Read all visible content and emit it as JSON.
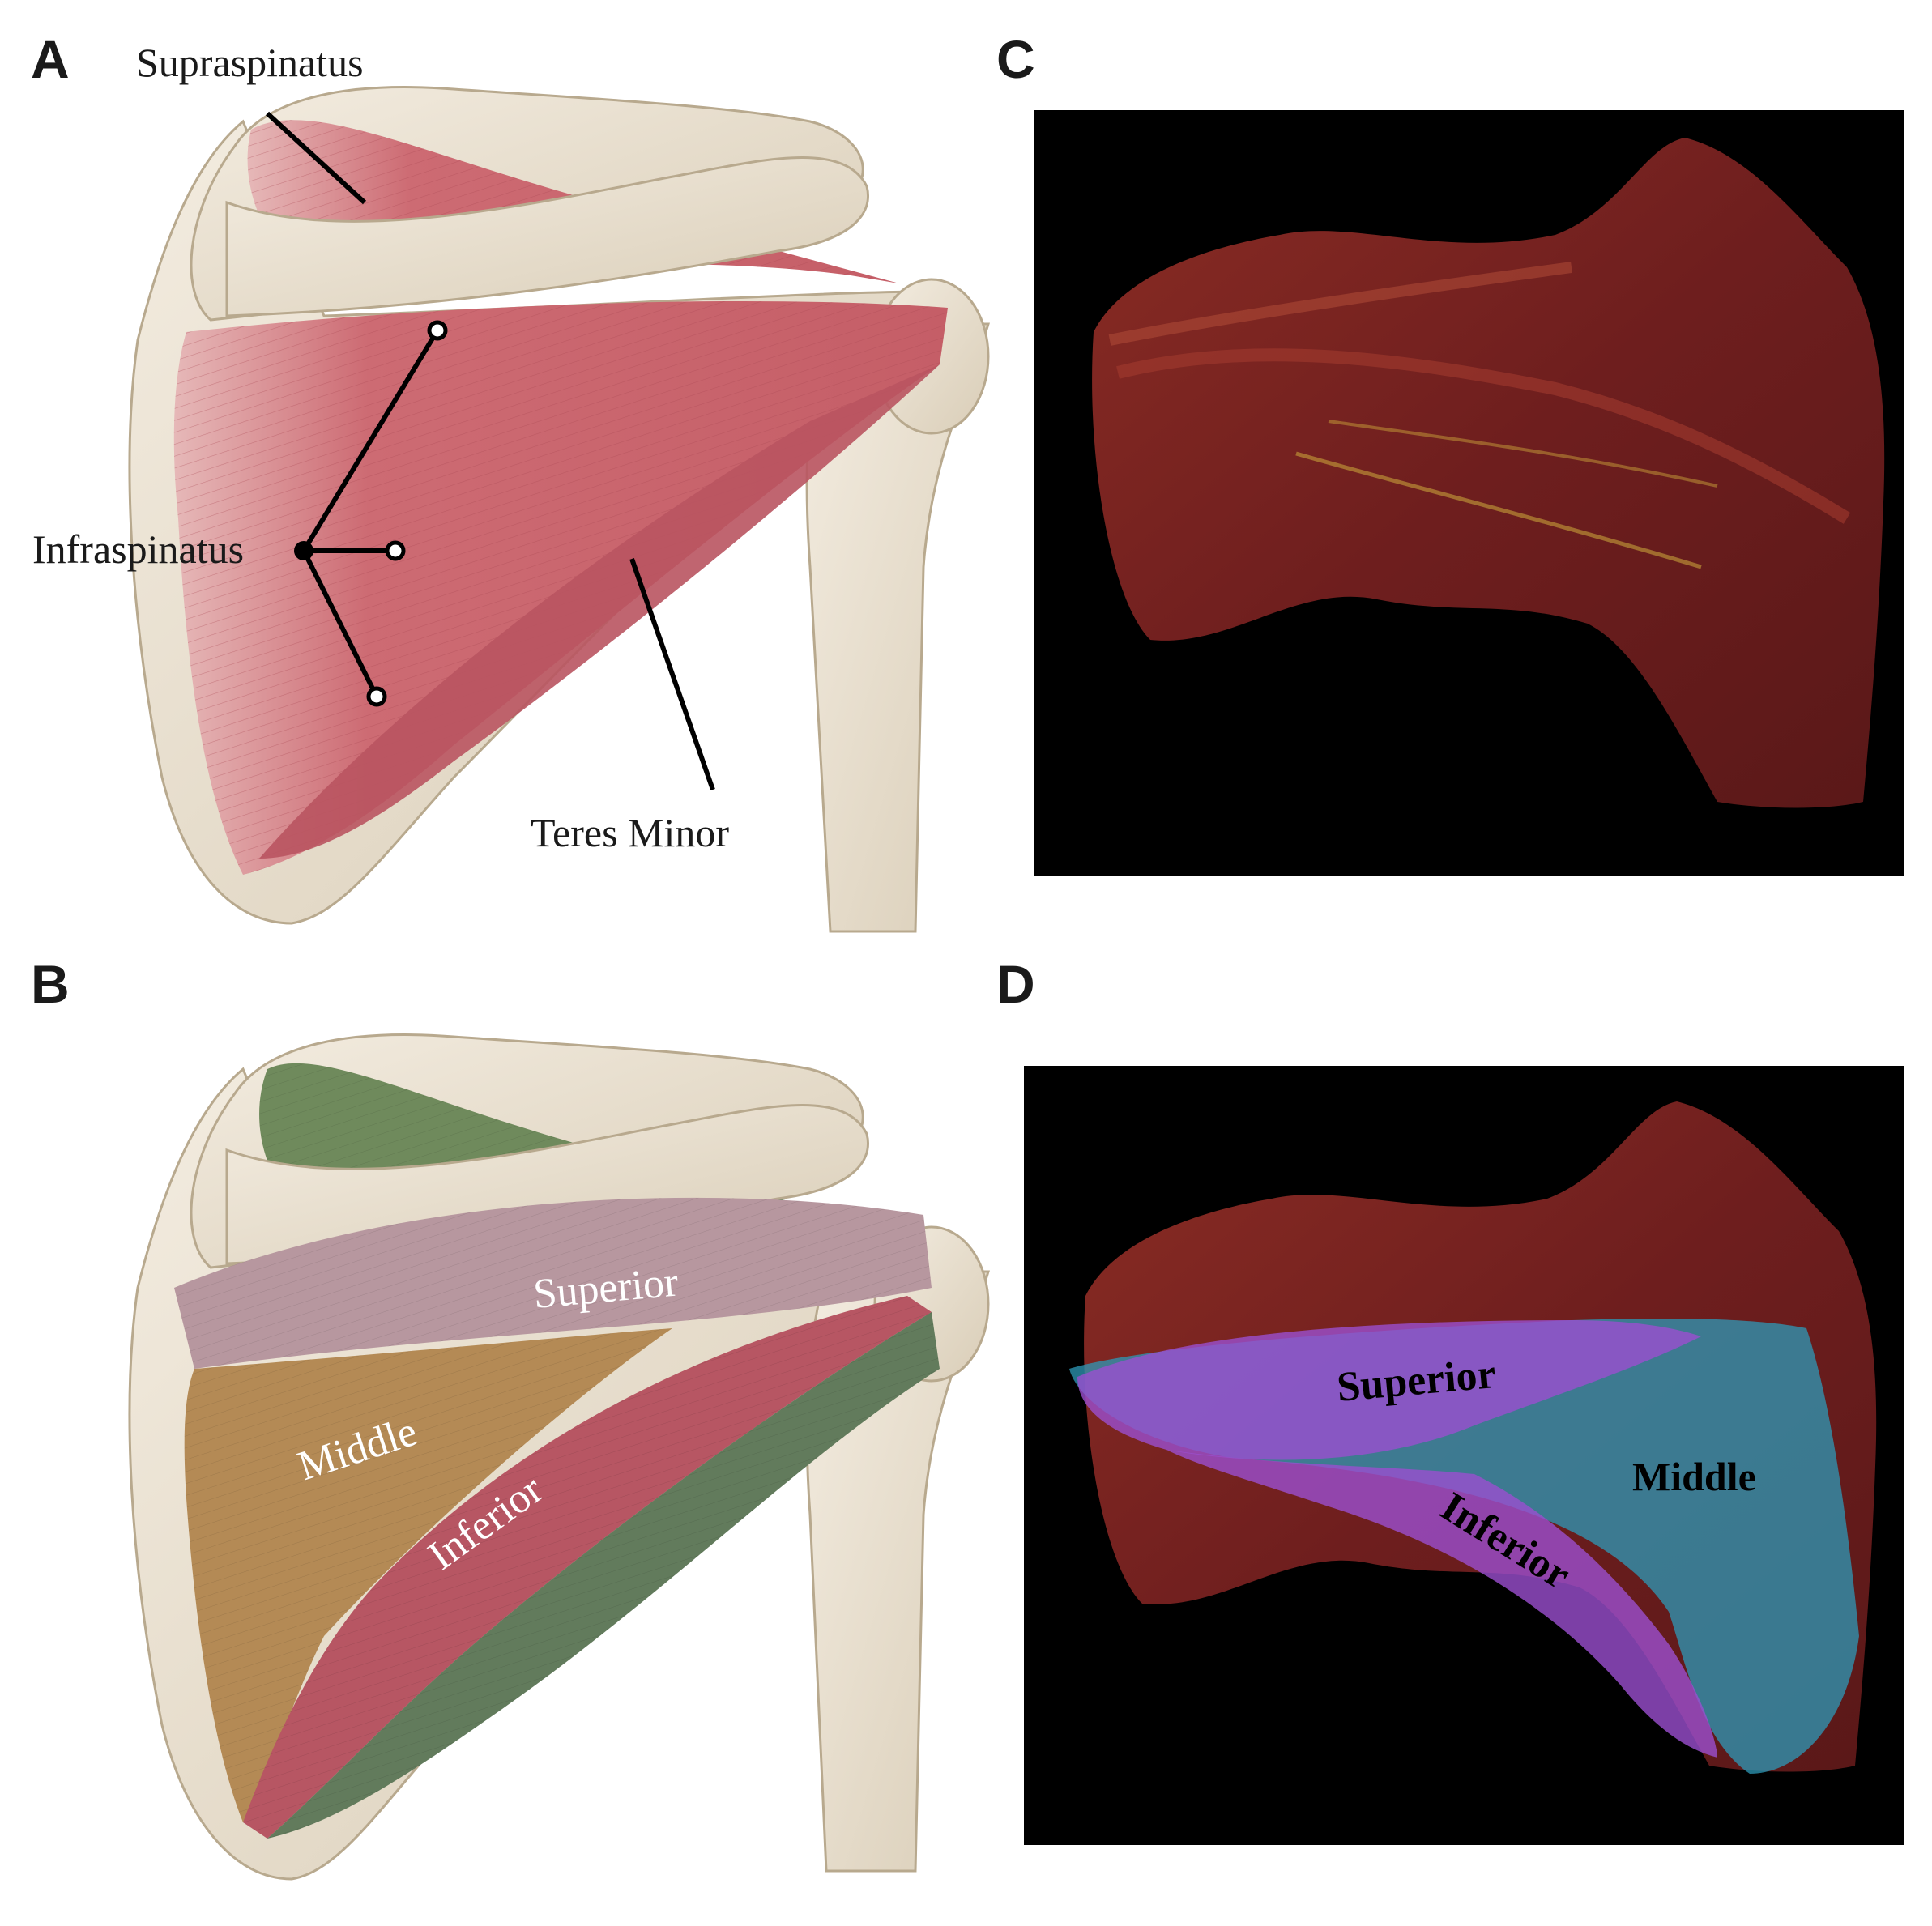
{
  "panels": {
    "a": {
      "letter": "A",
      "labels": {
        "supraspinatus": "Supraspinatus",
        "infraspinatus": "Infraspinatus",
        "teres_minor": "Teres Minor"
      }
    },
    "b": {
      "letter": "B",
      "labels": {
        "superior": "Superior",
        "middle": "Middle",
        "inferior": "Inferior"
      }
    },
    "c": {
      "letter": "C"
    },
    "d": {
      "letter": "D",
      "labels": {
        "superior": "Superior",
        "middle": "Middle",
        "inferior": "Inferior"
      }
    }
  },
  "colors": {
    "bone": "#ede4d3",
    "muscle_red": "#c9606a",
    "supra_green": "#6f8a5c",
    "superior_mauve": "#b7979f",
    "middle_tan": "#b48a55",
    "inferior_red": "#b75663",
    "teres_green": "#627b5c",
    "photo_bg": "#000000",
    "overlay_purple": "#9b4fd0",
    "overlay_teal": "#2e9ab8"
  }
}
